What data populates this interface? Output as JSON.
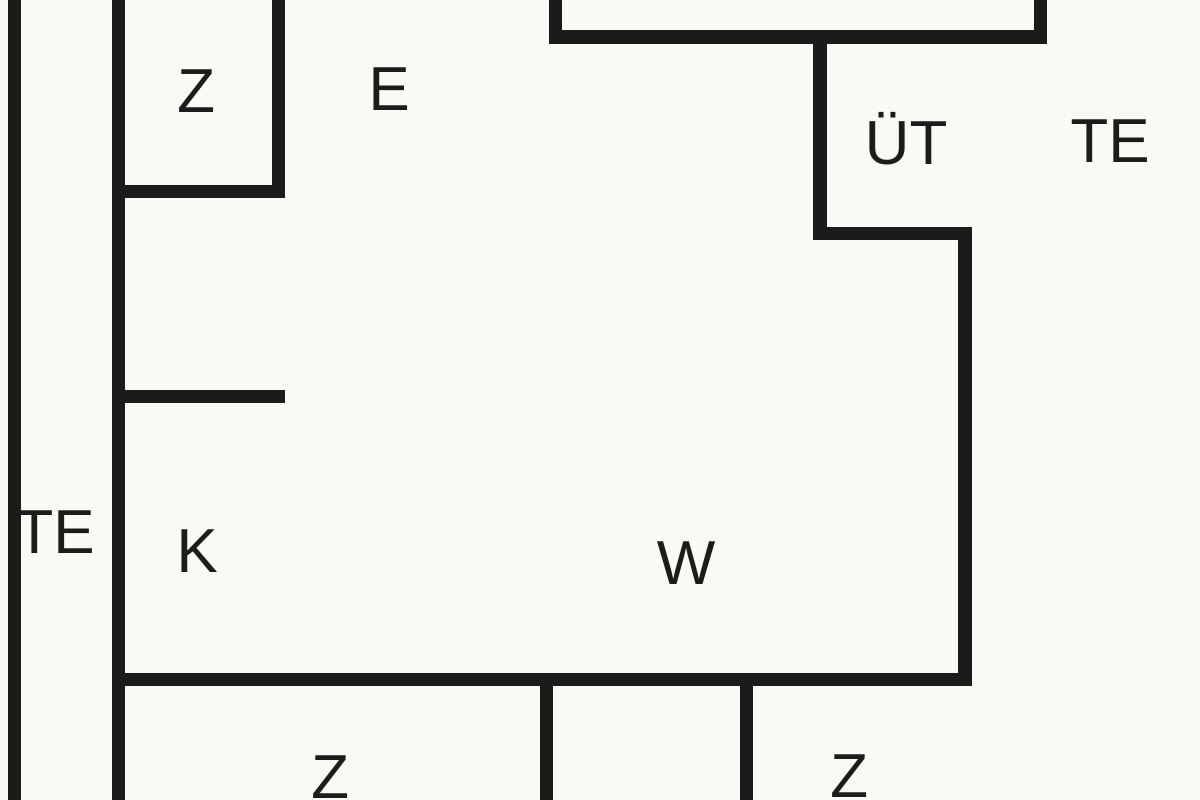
{
  "floorplan": {
    "type": "floor plan",
    "background": "#fafaf4",
    "wall_color": "#1b1b1b",
    "text_color": "#1c1c1c",
    "rooms": {
      "z_top": {
        "label": "Z"
      },
      "e": {
        "label": "E"
      },
      "uet": {
        "label": "ÜT"
      },
      "te_right": {
        "label": "TE"
      },
      "te_left": {
        "label": "TE"
      },
      "k": {
        "label": "K"
      },
      "w": {
        "label": "W"
      },
      "z_bottom_left": {
        "label": "Z"
      },
      "z_bottom_right": {
        "label": "Z"
      }
    }
  }
}
